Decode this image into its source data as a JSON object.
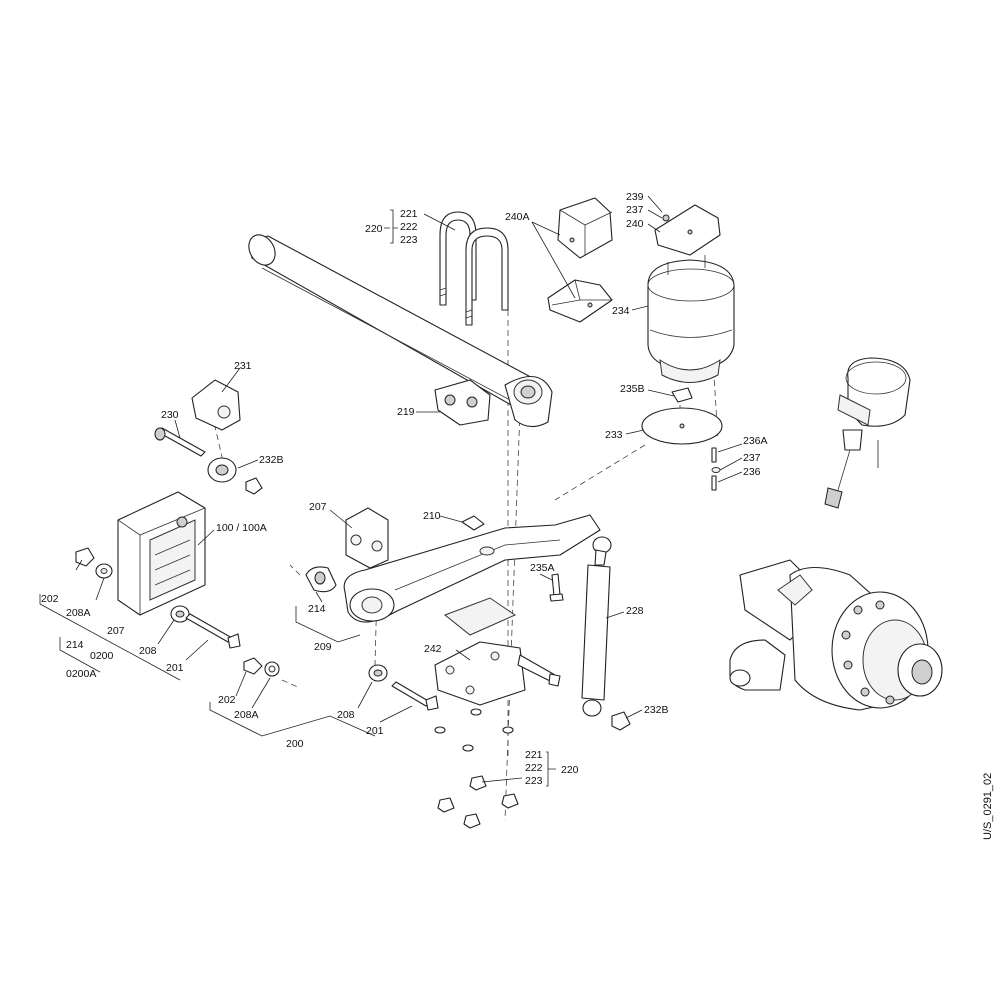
{
  "drawing_code": "U/S_0291_02",
  "labels": {
    "l220a": "220",
    "l221a": "221",
    "l222a": "222",
    "l223a": "223",
    "l240A": "240A",
    "l239": "239",
    "l237a": "237",
    "l240": "240",
    "l234": "234",
    "l231": "231",
    "l230": "230",
    "l232Ba": "232B",
    "l219": "219",
    "l235B": "235B",
    "l233": "233",
    "l236A": "236A",
    "l237b": "237",
    "l236": "236",
    "l100": "100 / 100A",
    "l207a": "207",
    "l210": "210",
    "l235A": "235A",
    "l228": "228",
    "l202a": "202",
    "l208Aa": "208A",
    "l207b": "207",
    "l214a": "214",
    "l0200": "0200",
    "l0200A": "0200A",
    "l208a": "208",
    "l201a": "201",
    "l214b": "214",
    "l209": "209",
    "l242": "242",
    "l202b": "202",
    "l208Ab": "208A",
    "l208b": "208",
    "l201b": "201",
    "l200": "200",
    "l232Bb": "232B",
    "l221b": "221",
    "l222b": "222",
    "l223b": "223",
    "l220b": "220"
  }
}
